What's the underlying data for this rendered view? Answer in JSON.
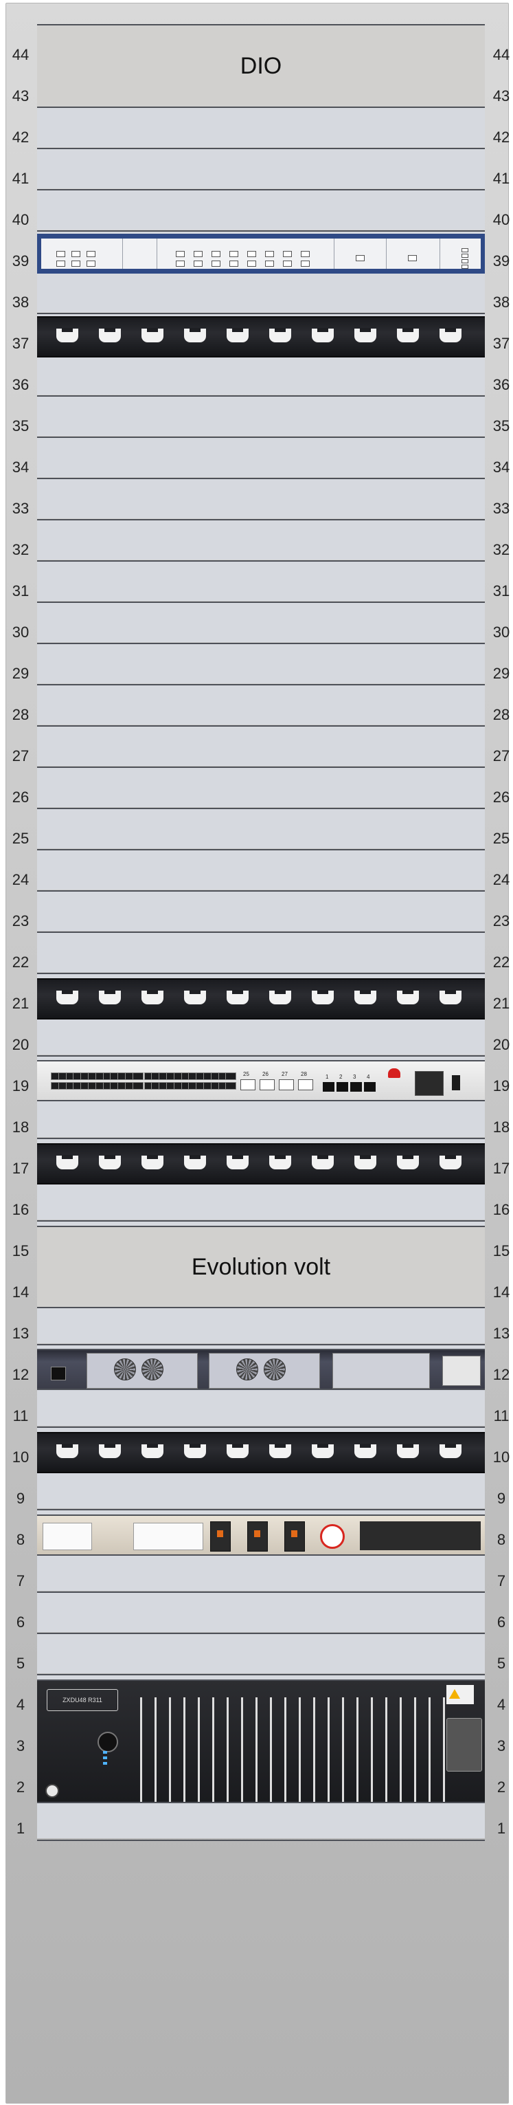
{
  "rack": {
    "unit_labels": [
      "44",
      "43",
      "42",
      "41",
      "40",
      "39",
      "38",
      "37",
      "36",
      "35",
      "34",
      "33",
      "32",
      "31",
      "30",
      "29",
      "28",
      "27",
      "26",
      "25",
      "24",
      "23",
      "22",
      "21",
      "20",
      "19",
      "18",
      "17",
      "16",
      "15",
      "14",
      "13",
      "12",
      "11",
      "10",
      "9",
      "8",
      "7",
      "6",
      "5",
      "4",
      "3",
      "2",
      "1"
    ],
    "dio_label": "DIO",
    "evolution_volt_label": "Evolution volt",
    "switch_port_numbers": [
      "25",
      "26",
      "27",
      "28"
    ],
    "switch_small_port_numbers": [
      "1",
      "2",
      "3",
      "4"
    ],
    "ups_model_label": "ZXDU48 R311"
  },
  "devices": [
    {
      "name": "DIO",
      "type": "label-panel",
      "units": "44-43"
    },
    {
      "name": "ODF panel",
      "type": "optical-distribution",
      "units": "39"
    },
    {
      "name": "cable manager",
      "type": "cable-management",
      "units": "37"
    },
    {
      "name": "cable manager",
      "type": "cable-management",
      "units": "21"
    },
    {
      "name": "switch",
      "type": "network-switch",
      "units": "19"
    },
    {
      "name": "cable manager",
      "type": "cable-management",
      "units": "17"
    },
    {
      "name": "Evolution volt",
      "type": "label-panel",
      "units": "15-14"
    },
    {
      "name": "power supply",
      "type": "rectifier",
      "units": "12"
    },
    {
      "name": "cable manager",
      "type": "cable-management",
      "units": "10"
    },
    {
      "name": "PDU",
      "type": "power-distribution",
      "units": "8"
    },
    {
      "name": "UPS",
      "type": "power-system",
      "units": "4-2"
    }
  ],
  "colors": {
    "rack_bg": "#c8c8c8",
    "slot_fill": "#d6d9df",
    "divider": "#4e5158",
    "odf_frame": "#2f4a86",
    "cable_manager": "#1a1b1f"
  }
}
